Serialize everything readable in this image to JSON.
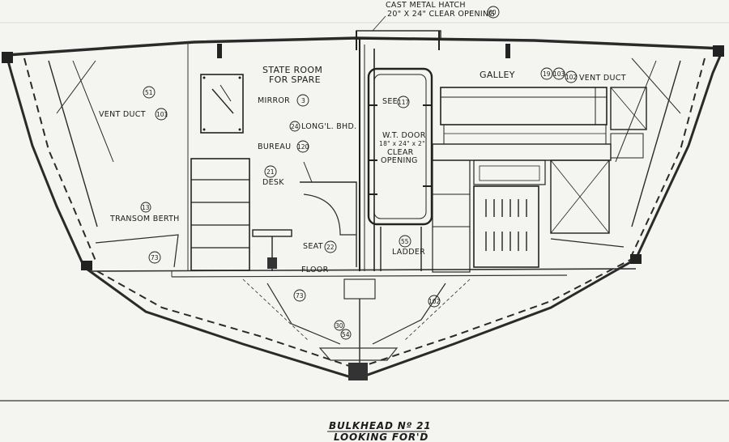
{
  "drawing": {
    "title_line1": "BULKHEAD Nº 21",
    "title_line2": "LOOKING FOR'D",
    "hatch_line1": "CAST METAL HATCH",
    "hatch_line2": "20\" X 24\" CLEAR OPENING",
    "hatch_num": "60",
    "stateroom_line1": "STATE ROOM",
    "stateroom_line2": "FOR SPARE",
    "galley": "GALLEY",
    "galley_num": "19",
    "galley_num2": "103",
    "galley_vent_num": "102",
    "galley_vent": "VENT DUCT",
    "vent_duct": "VENT DUCT",
    "vent_duct_num": "101",
    "n51": "51",
    "mirror": "MIRROR",
    "mirror_num": "3",
    "longl": "LONG'L. BHD.",
    "longl_num": "24",
    "wt_door_num": "117",
    "wt_door_prefix": "SEE",
    "wt_door_line1": "W.T. DOOR",
    "wt_door_line2": "18\" x 24\" x 2\"",
    "wt_door_line3": "CLEAR",
    "wt_door_line4": "OPENING",
    "bureau": "BUREAU",
    "bureau_num": "120",
    "desk_num": "21",
    "desk": "DESK",
    "transom_num": "13",
    "transom": "TRANSOM BERTH",
    "seat": "SEAT",
    "seat_num": "22",
    "floor": "FLOOR",
    "ladder_num": "55",
    "ladder": "LADDER",
    "n73a": "73",
    "n73b": "73",
    "n102b": "102",
    "n30": "30",
    "n54": "54"
  }
}
